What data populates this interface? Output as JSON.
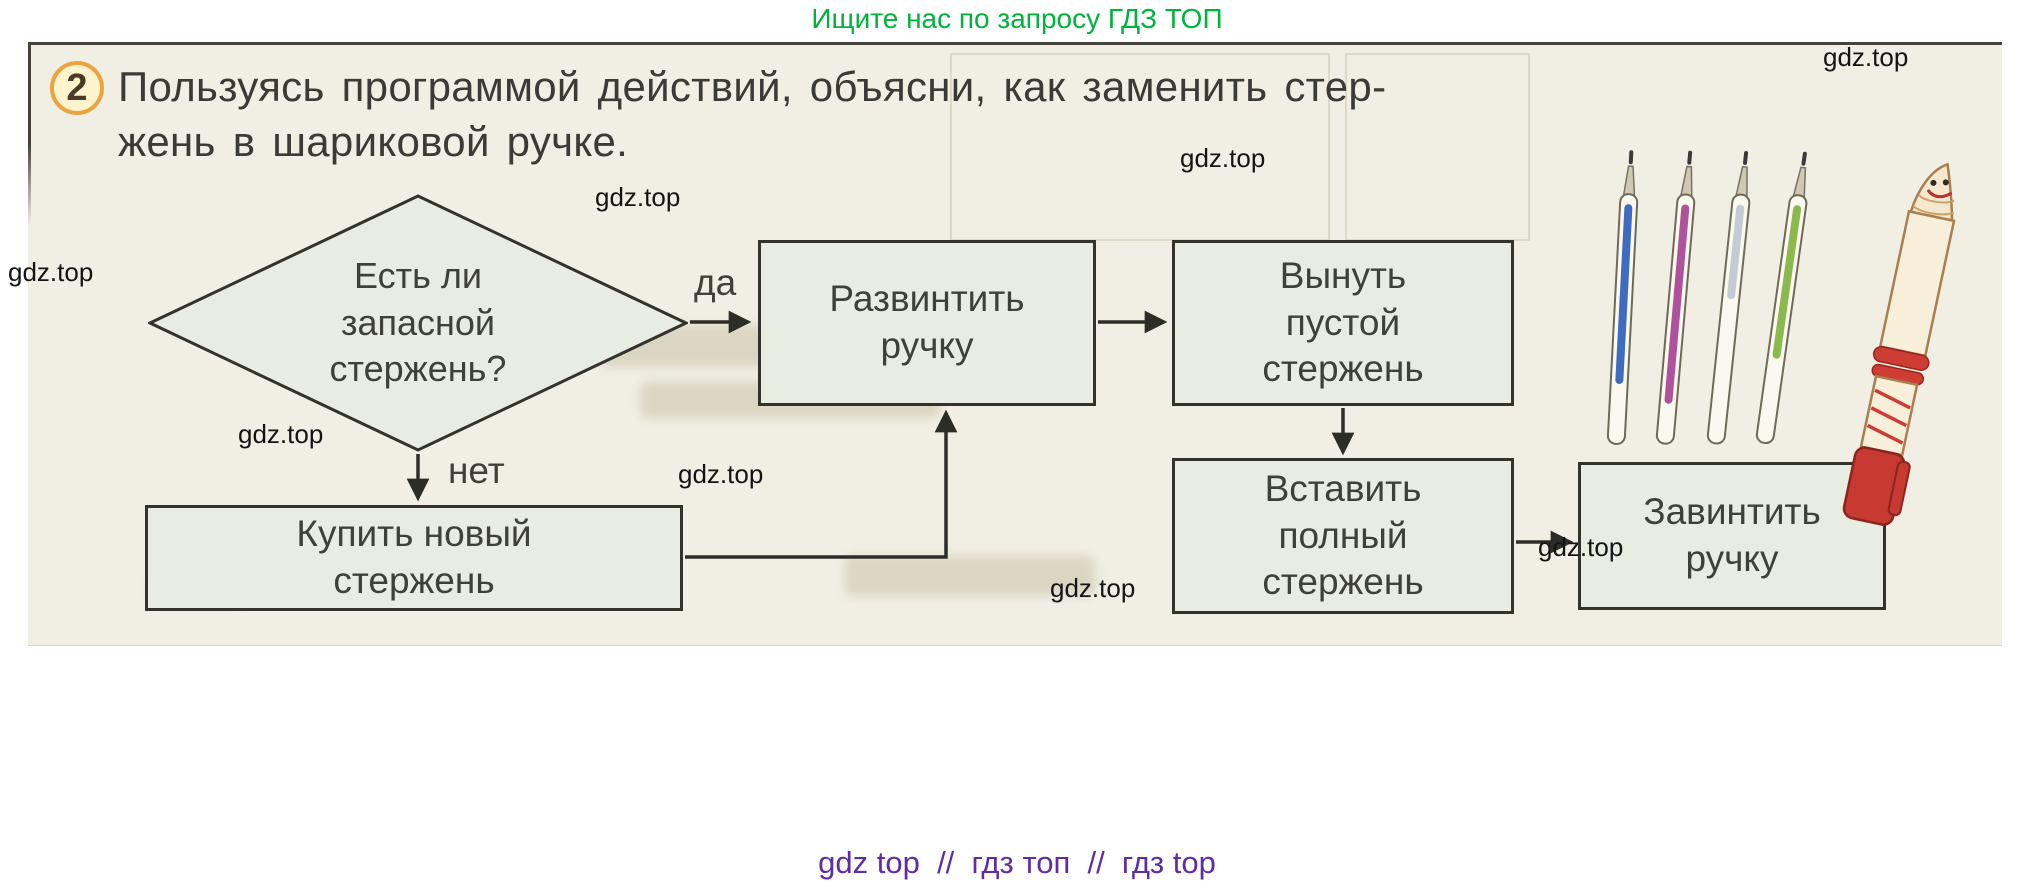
{
  "banners": {
    "top": "Ищите нас по запросу ГДЗ ТОП",
    "bottom": "gdz top  //  гдз топ  //  гдз top"
  },
  "watermark": "gdz.top",
  "task": {
    "number": "2",
    "text": "Пользуясь программой действий, объясни, как заменить стер-\nжень в шариковой ручке."
  },
  "flowchart": {
    "decision": "Есть ли\nзапасной\nстержень?",
    "yes": "да",
    "no": "нет",
    "steps": {
      "unscrew": "Развинтить\nручку",
      "remove": "Вынуть\nпустой\nстержень",
      "insert": "Вставить\nполный\nстержень",
      "tighten": "Завинтить\nручку",
      "buy": "Купить новый\nстержень"
    }
  },
  "colors": {
    "banner_green": "#00b33c",
    "banner_purple": "#5e2ca8",
    "page_background": "#f1eee4",
    "box_fill": "#e9ece0",
    "box_border": "#33332c",
    "badge_orange": "#eca33e",
    "refill_blue": "#3d6cc0",
    "refill_violet": "#b0519c",
    "refill_green": "#8cb94e",
    "pen_red": "#c63a31"
  }
}
